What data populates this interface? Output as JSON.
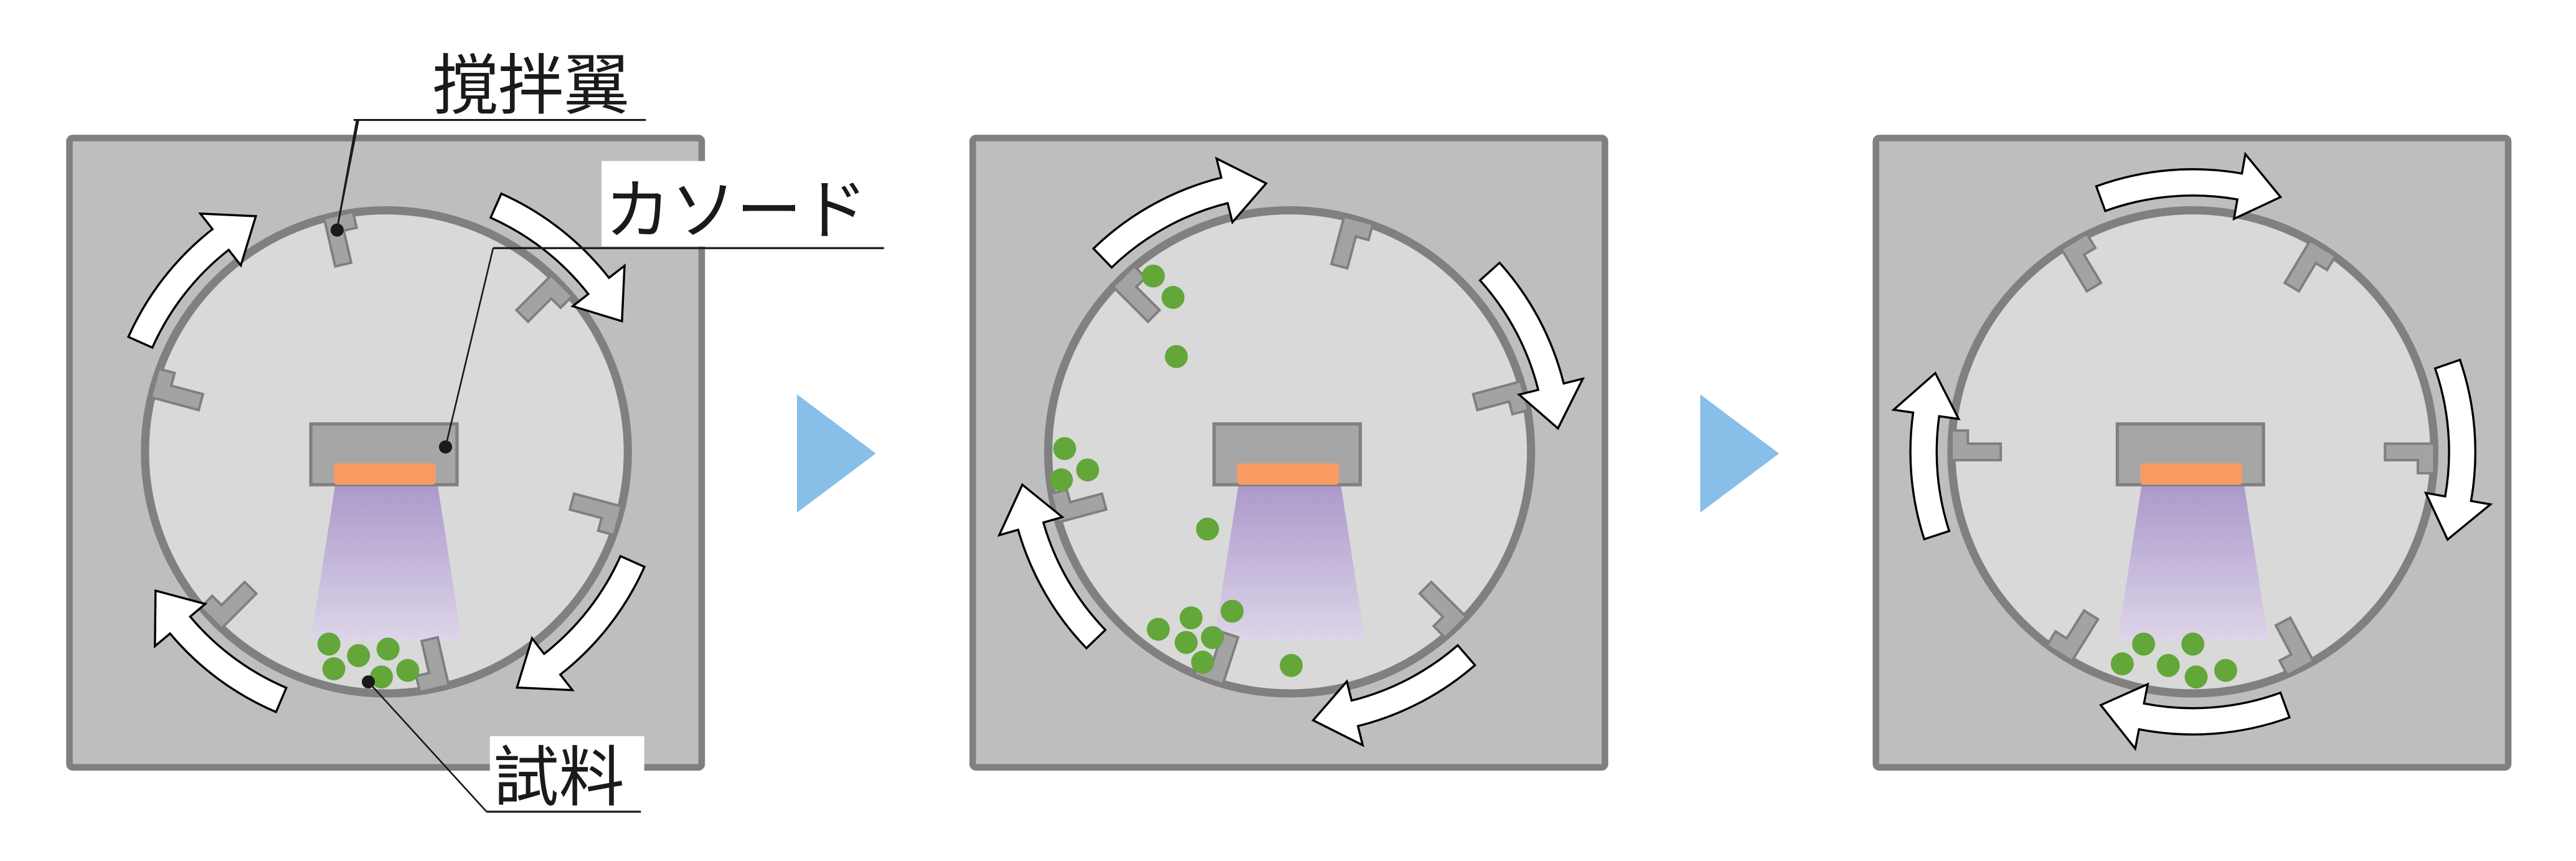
{
  "labels": {
    "stirring_blade": "撹拌翼",
    "cathode": "カソード",
    "sample": "試料"
  },
  "colors": {
    "chamber_fill": "#bebebe",
    "chamber_stroke": "#808080",
    "drum_fill": "#d9d9d9",
    "drum_stroke": "#808080",
    "cathode_fill": "#a6a6a6",
    "target": "#f99a63",
    "plasma_top": "#ab98cb",
    "plasma_bottom": "#ddd5e8",
    "blade_fill": "#a3a3a3",
    "sample": "#63a63a",
    "step_arrow": "#88bfe8",
    "rotation_arrow": "#ffffff"
  },
  "rotation_direction": "clockwise",
  "stages": [
    {
      "name": "stage-1"
    },
    {
      "name": "stage-2"
    },
    {
      "name": "stage-3"
    }
  ]
}
